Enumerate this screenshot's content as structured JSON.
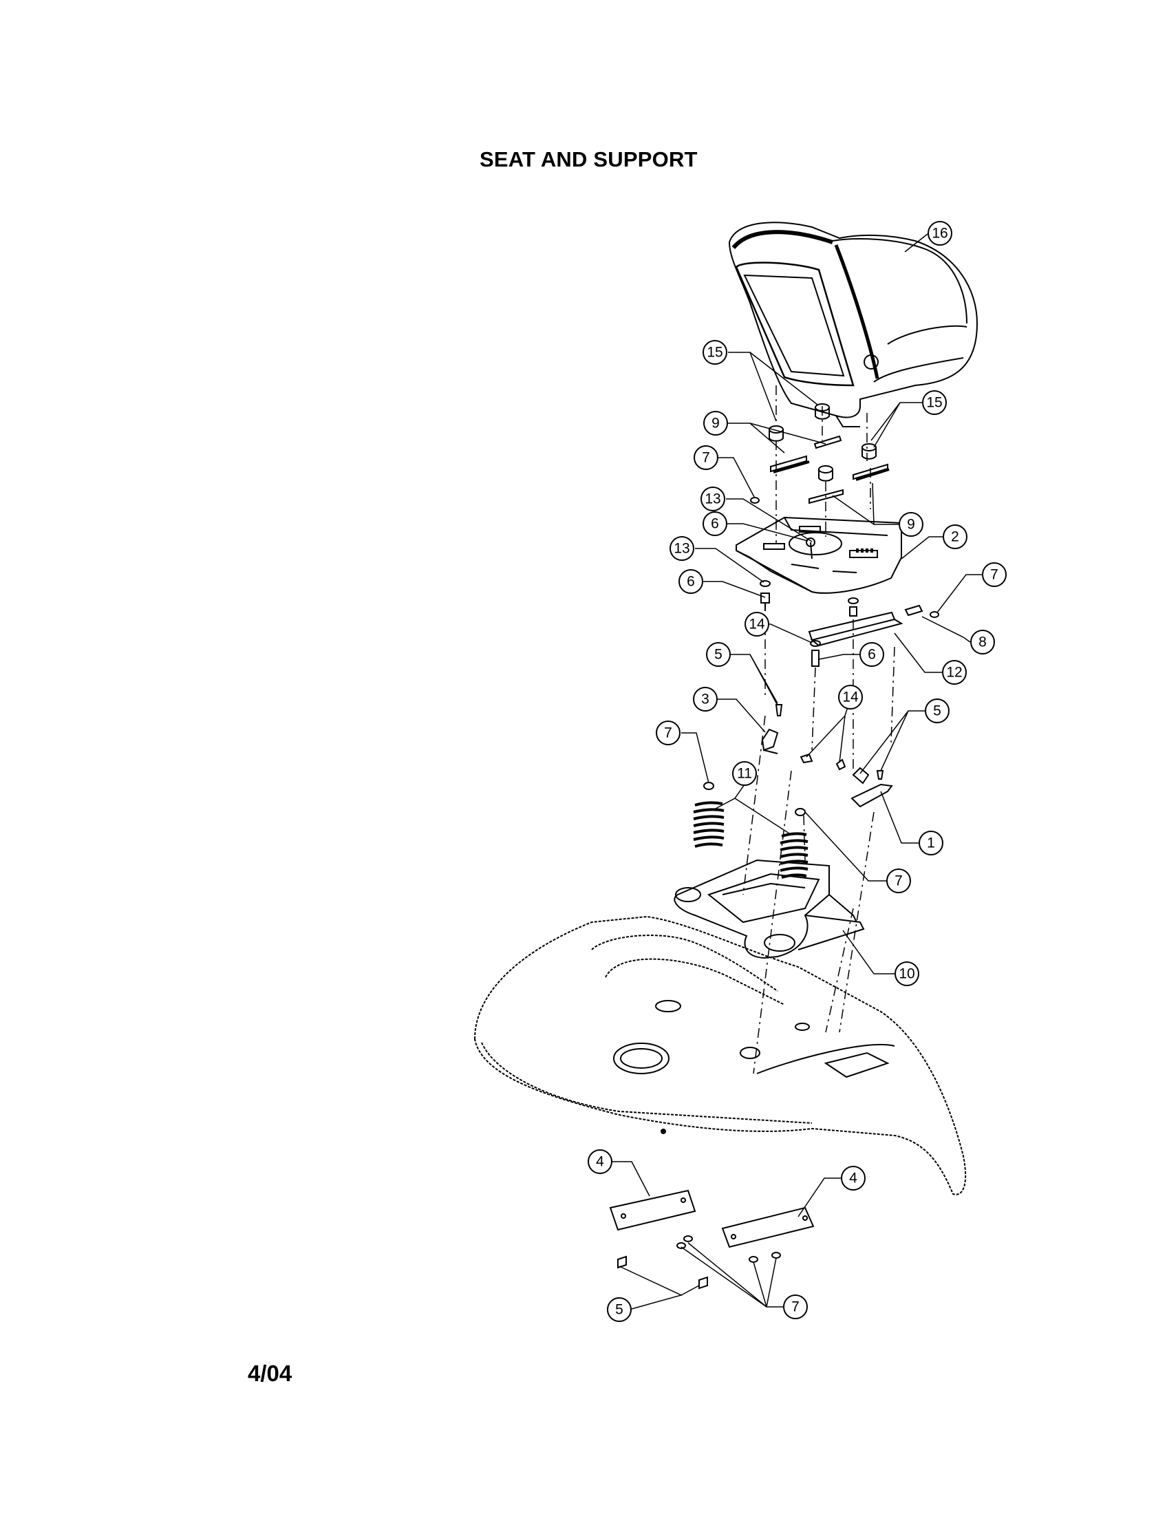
{
  "page": {
    "title": "SEAT AND SUPPORT",
    "date": "4/04"
  },
  "callouts": [
    {
      "id": "c1",
      "label": "1"
    },
    {
      "id": "c2",
      "label": "2"
    },
    {
      "id": "c3",
      "label": "3"
    },
    {
      "id": "c4a",
      "label": "4"
    },
    {
      "id": "c4b",
      "label": "4"
    },
    {
      "id": "c5a",
      "label": "5"
    },
    {
      "id": "c5b",
      "label": "5"
    },
    {
      "id": "c5c",
      "label": "5"
    },
    {
      "id": "c6a",
      "label": "6"
    },
    {
      "id": "c6b",
      "label": "6"
    },
    {
      "id": "c6c",
      "label": "6"
    },
    {
      "id": "c7a",
      "label": "7"
    },
    {
      "id": "c7b",
      "label": "7"
    },
    {
      "id": "c7c",
      "label": "7"
    },
    {
      "id": "c7d",
      "label": "7"
    },
    {
      "id": "c7e",
      "label": "7"
    },
    {
      "id": "c8",
      "label": "8"
    },
    {
      "id": "c9a",
      "label": "9"
    },
    {
      "id": "c9b",
      "label": "9"
    },
    {
      "id": "c10",
      "label": "10"
    },
    {
      "id": "c11",
      "label": "11"
    },
    {
      "id": "c12",
      "label": "12"
    },
    {
      "id": "c13a",
      "label": "13"
    },
    {
      "id": "c13b",
      "label": "13"
    },
    {
      "id": "c13c",
      "label": "13"
    },
    {
      "id": "c14",
      "label": "14"
    },
    {
      "id": "c15a",
      "label": "15"
    },
    {
      "id": "c15b",
      "label": "15"
    },
    {
      "id": "c16",
      "label": "16"
    }
  ]
}
